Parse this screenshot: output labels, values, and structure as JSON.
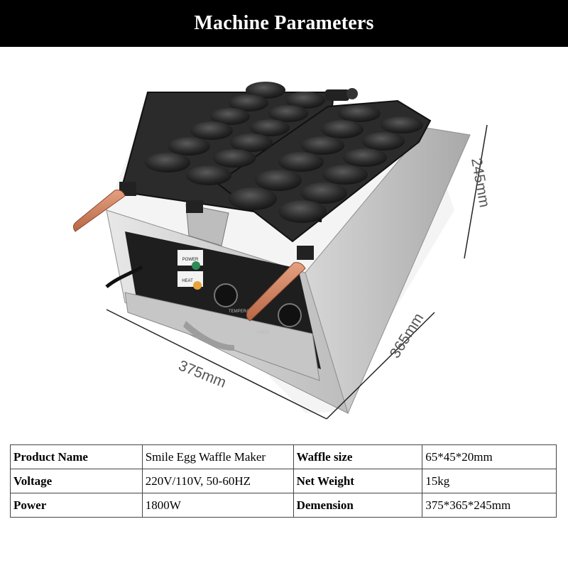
{
  "header": {
    "title": "Machine Parameters"
  },
  "dimensions": {
    "width": "375mm",
    "depth": "365mm",
    "height": "245mm"
  },
  "specs": {
    "rows": [
      {
        "k1": "Product Name",
        "v1": "Smile Egg Waffle Maker",
        "k2": "Waffle size",
        "v2": "65*45*20mm"
      },
      {
        "k1": "Voltage",
        "v1": "220V/110V, 50-60HZ",
        "k2": "Net Weight",
        "v2": "15kg"
      },
      {
        "k1": "Power",
        "v1": "1800W",
        "k2": "Demension",
        "v2": "375*365*245mm"
      }
    ]
  },
  "machine": {
    "panel": {
      "power_label": "POWER",
      "heat_label": "HEAT",
      "temp_label": "TEMPERA",
      "timer_label": "TIMER"
    }
  },
  "colors": {
    "header_bg": "#000000",
    "header_text": "#ffffff",
    "steel": "#d9d9d9",
    "plate": "#2b2b2b",
    "handle": "#c8795a",
    "power_lamp": "#2e8b57",
    "heat_lamp": "#e8a33a"
  }
}
